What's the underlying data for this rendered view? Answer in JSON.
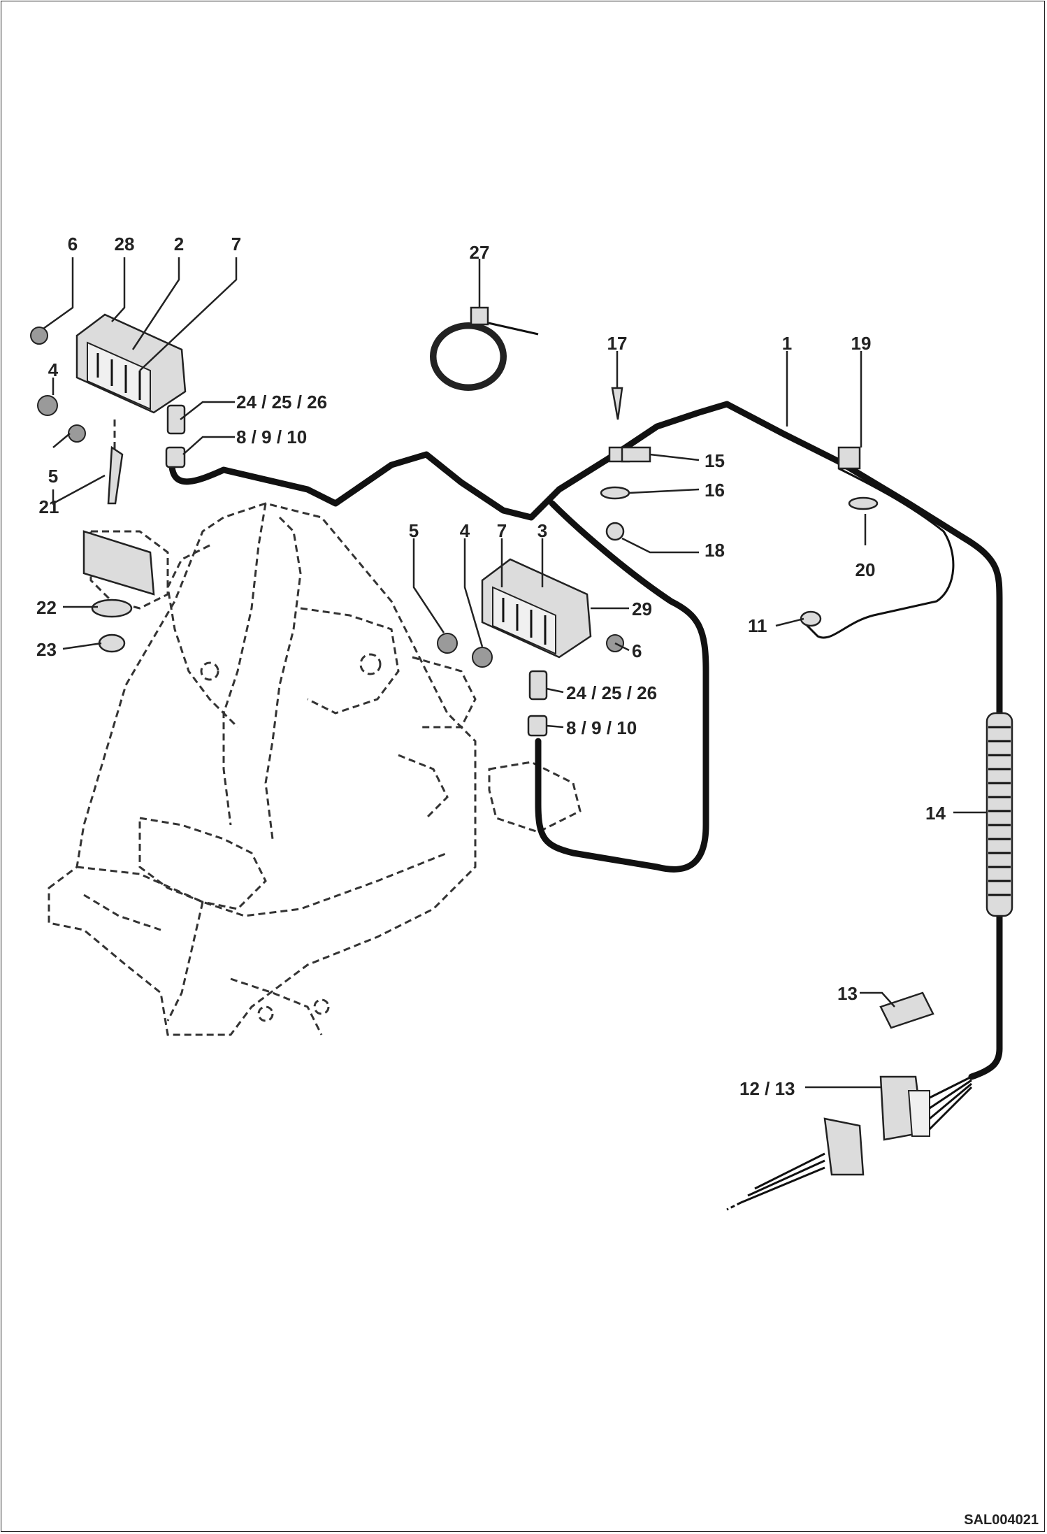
{
  "drawing_ref": "SAL004021",
  "callouts": [
    {
      "id": "c6a",
      "text": "6"
    },
    {
      "id": "c28",
      "text": "28"
    },
    {
      "id": "c2",
      "text": "2"
    },
    {
      "id": "c7a",
      "text": "7"
    },
    {
      "id": "c27",
      "text": "27"
    },
    {
      "id": "c17",
      "text": "17"
    },
    {
      "id": "c1",
      "text": "1"
    },
    {
      "id": "c19",
      "text": "19"
    },
    {
      "id": "c4a",
      "text": "4"
    },
    {
      "id": "c5a",
      "text": "5"
    },
    {
      "id": "c21",
      "text": "21"
    },
    {
      "id": "c242526a",
      "text": "24 / 25 / 26"
    },
    {
      "id": "c8910a",
      "text": "8 / 9 / 10"
    },
    {
      "id": "c15",
      "text": "15"
    },
    {
      "id": "c16",
      "text": "16"
    },
    {
      "id": "c18",
      "text": "18"
    },
    {
      "id": "c20",
      "text": "20"
    },
    {
      "id": "c22",
      "text": "22"
    },
    {
      "id": "c23",
      "text": "23"
    },
    {
      "id": "c5b",
      "text": "5"
    },
    {
      "id": "c4b",
      "text": "4"
    },
    {
      "id": "c7b",
      "text": "7"
    },
    {
      "id": "c3",
      "text": "3"
    },
    {
      "id": "c29",
      "text": "29"
    },
    {
      "id": "c11",
      "text": "11"
    },
    {
      "id": "c6b",
      "text": "6"
    },
    {
      "id": "c242526b",
      "text": "24 / 25 / 26"
    },
    {
      "id": "c8910b",
      "text": "8 / 9 / 10"
    },
    {
      "id": "c14",
      "text": "14"
    },
    {
      "id": "c13",
      "text": "13"
    },
    {
      "id": "c1213",
      "text": "12 / 13"
    }
  ]
}
